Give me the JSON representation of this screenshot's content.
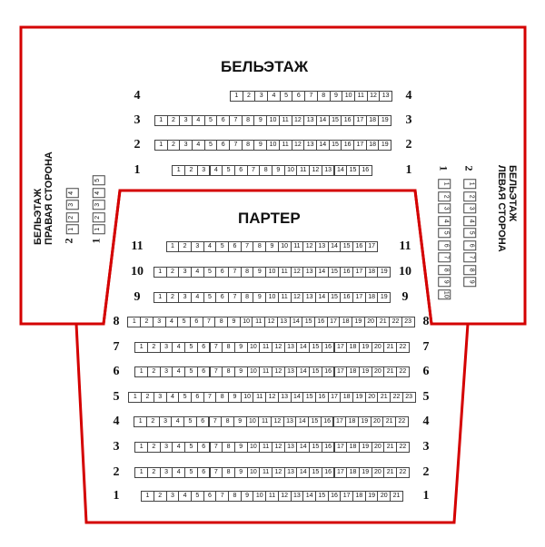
{
  "titles": {
    "balcony": "БЕЛЬЭТАЖ",
    "stalls": "ПАРТЕР",
    "balcony_right_1": "БЕЛЬЭТАЖ",
    "balcony_right_2": "ПРАВАЯ СТОРОНА",
    "balcony_left_1": "БЕЛЬЭТАЖ",
    "balcony_left_2": "ЛЕВАЯ СТОРОНА"
  },
  "balcony_rows": [
    {
      "label": "4",
      "seats": 13
    },
    {
      "label": "3",
      "seats": 19
    },
    {
      "label": "2",
      "seats": 19
    },
    {
      "label": "1",
      "seats": 16
    }
  ],
  "balcony_right_side": [
    {
      "label": "2",
      "seats": 4
    },
    {
      "label": "1",
      "seats": 5
    }
  ],
  "balcony_left_side": [
    {
      "label": "1",
      "seats": 10
    },
    {
      "label": "2",
      "seats": 9
    }
  ],
  "stalls_rows": [
    {
      "label": "11",
      "seats": 17
    },
    {
      "label": "10",
      "seats": 19
    },
    {
      "label": "9",
      "seats": 19
    },
    {
      "label": "8",
      "seats": 23
    },
    {
      "label": "7",
      "seats": 22
    },
    {
      "label": "6",
      "seats": 22
    },
    {
      "label": "5",
      "seats": 23
    },
    {
      "label": "4",
      "seats": 22
    },
    {
      "label": "3",
      "seats": 22
    },
    {
      "label": "2",
      "seats": 22
    },
    {
      "label": "1",
      "seats": 21
    }
  ],
  "colors": {
    "outline": "#d40000",
    "seat_border": "#444444"
  }
}
